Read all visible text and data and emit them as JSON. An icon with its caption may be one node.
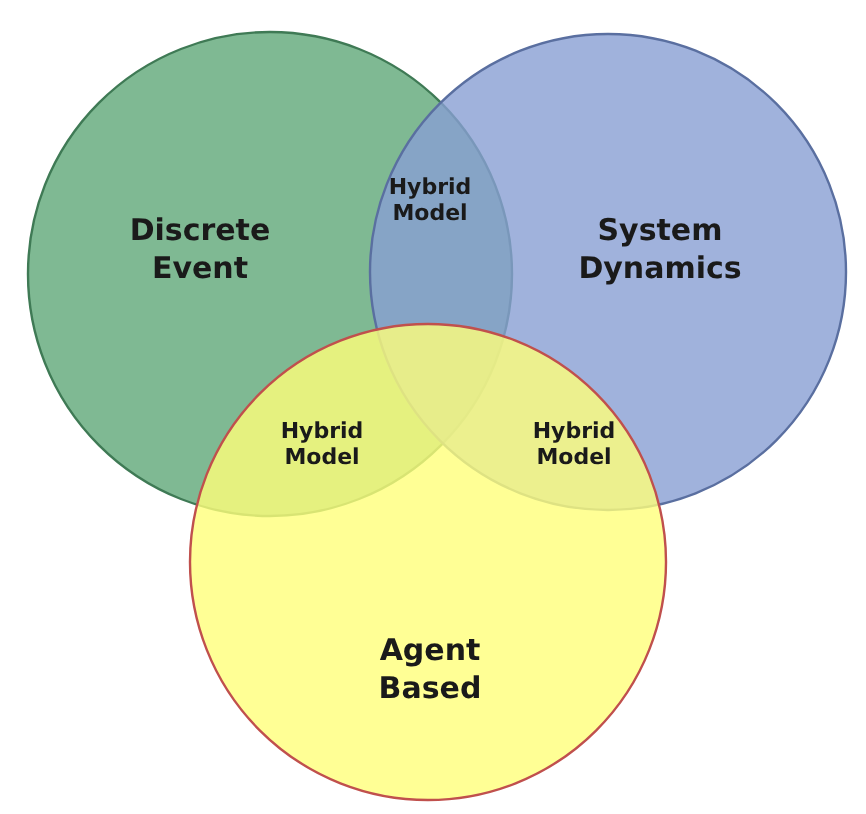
{
  "diagram": {
    "nodes": [
      {
        "text": [
          "Discrete Event"
        ]
      },
      {
        "text": [
          "System Dynamics"
        ]
      },
      {
        "text": [
          "Agent Based"
        ]
      }
    ],
    "labels": [
      "Hybrid Model",
      "Hybrid Model",
      "Hybrid Model"
    ]
  }
}
